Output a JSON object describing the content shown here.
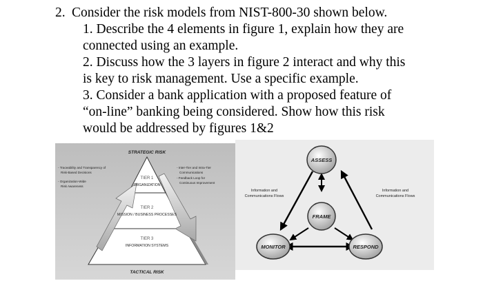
{
  "question": {
    "number": "2.",
    "intro": "Consider the risk models from NIST-800-30 shown below.",
    "lines": [
      "1. Describe the 4 elements in figure 1, explain how they are",
      "connected using an example.",
      "2. Discuss how the 3 layers in figure 2 interact and why this",
      "is key to risk management. Use a specific example.",
      "3. Consider a bank application with a proposed feature of",
      "“on-line” banking being considered. Show how this risk",
      "would be addressed by figures 1&2"
    ]
  },
  "figure_pyramid": {
    "top_label": "STRATEGIC RISK",
    "bottom_label": "TACTICAL RISK",
    "tier1": {
      "name": "TIER 1",
      "desc": "ORGANIZATION"
    },
    "tier2": {
      "name": "TIER 2",
      "desc": "MISSION / BUSINESS PROCESSES"
    },
    "tier3": {
      "name": "TIER 3",
      "desc": "INFORMATION SYSTEMS"
    },
    "left_notes": [
      "- Traceability and Transparency of",
      "Risk-Based Decisions",
      "- Organization-Wide",
      "Risk Awareness"
    ],
    "right_notes": [
      "- Inter-Tier and Intra-Tier",
      "Communications",
      "- Feedback Loop for",
      "Continuous Improvement"
    ]
  },
  "figure_cycle": {
    "assess": "ASSESS",
    "frame": "FRAME",
    "monitor": "MONITOR",
    "respond": "RESPOND",
    "left_flow": [
      "Information and",
      "Communications Flows"
    ],
    "right_flow": [
      "Information and",
      "Communications Flows"
    ]
  }
}
